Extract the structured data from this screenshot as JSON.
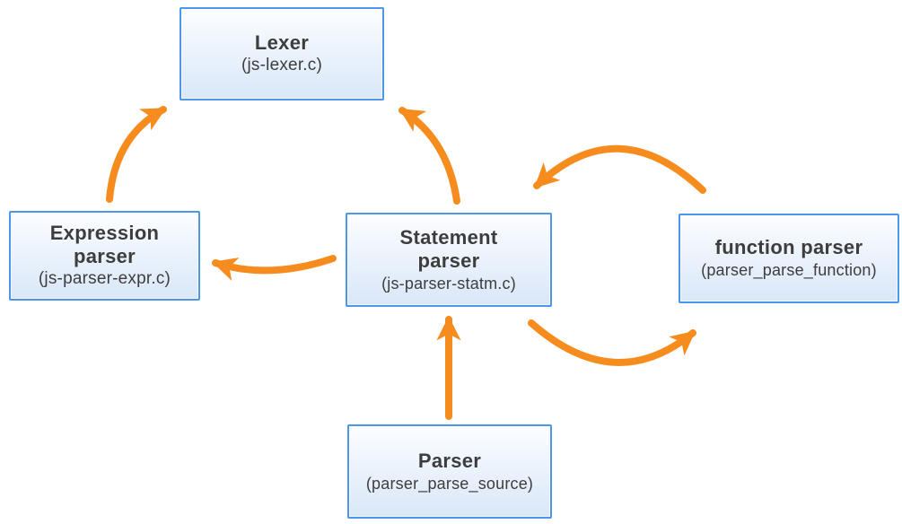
{
  "diagram": {
    "colors": {
      "arrow": "#F78C1E",
      "node_border": "#4D96E8",
      "node_fill_top": "#FCFDFF",
      "node_fill_bottom": "#D9E7F8",
      "text": "#3D3D3D",
      "background": "#FFFFFF"
    },
    "nodes": {
      "lexer": {
        "title": "Lexer",
        "subtitle": "(js-lexer.c)"
      },
      "expression_parser": {
        "title": "Expression\nparser",
        "subtitle": "(js-parser-expr.c)"
      },
      "statement_parser": {
        "title": "Statement\nparser",
        "subtitle": "(js-parser-statm.c)"
      },
      "function_parser": {
        "title": "function parser",
        "subtitle": "(parser_parse_function)"
      },
      "parser": {
        "title": "Parser",
        "subtitle": "(parser_parse_source)"
      }
    },
    "edges": [
      {
        "from": "Expression parser",
        "to": "Lexer"
      },
      {
        "from": "Statement parser",
        "to": "Lexer"
      },
      {
        "from": "Statement parser",
        "to": "Expression parser"
      },
      {
        "from": "function parser",
        "to": "Statement parser"
      },
      {
        "from": "Statement parser",
        "to": "function parser"
      },
      {
        "from": "Parser",
        "to": "Statement parser"
      }
    ]
  }
}
